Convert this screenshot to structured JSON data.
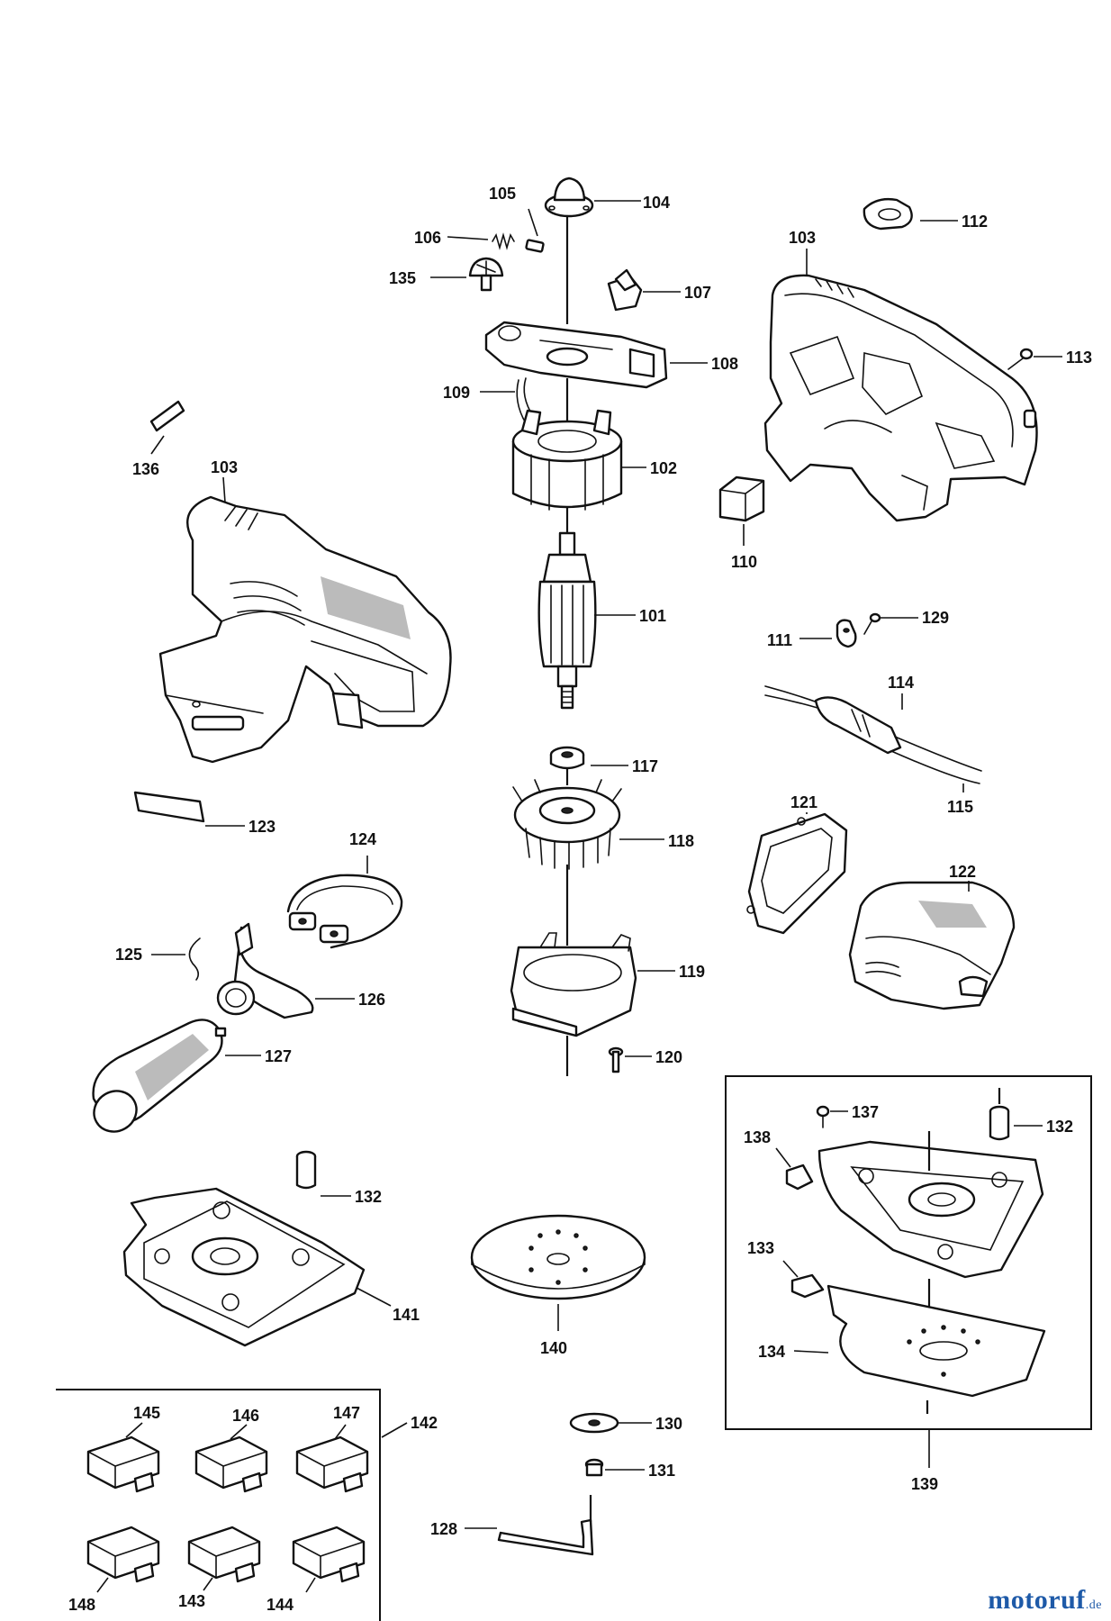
{
  "watermark": {
    "brand": "motoruf",
    "tld": ".de"
  },
  "labels": {
    "p101": "101",
    "p102": "102",
    "p103a": "103",
    "p103b": "103",
    "p104": "104",
    "p105": "105",
    "p106": "106",
    "p107": "107",
    "p108": "108",
    "p109": "109",
    "p110": "110",
    "p111": "111",
    "p112": "112",
    "p113": "113",
    "p114": "114",
    "p115": "115",
    "p117": "117",
    "p118": "118",
    "p119": "119",
    "p120": "120",
    "p121": "121",
    "p122": "122",
    "p123": "123",
    "p124": "124",
    "p125": "125",
    "p126": "126",
    "p127": "127",
    "p128": "128",
    "p129": "129",
    "p130": "130",
    "p131": "131",
    "p132a": "132",
    "p132b": "132",
    "p133": "133",
    "p134": "134",
    "p135": "135",
    "p136": "136",
    "p137": "137",
    "p138": "138",
    "p139": "139",
    "p140": "140",
    "p141": "141",
    "p142": "142",
    "p143": "143",
    "p144": "144",
    "p145": "145",
    "p146": "146",
    "p147": "147",
    "p148": "148"
  }
}
